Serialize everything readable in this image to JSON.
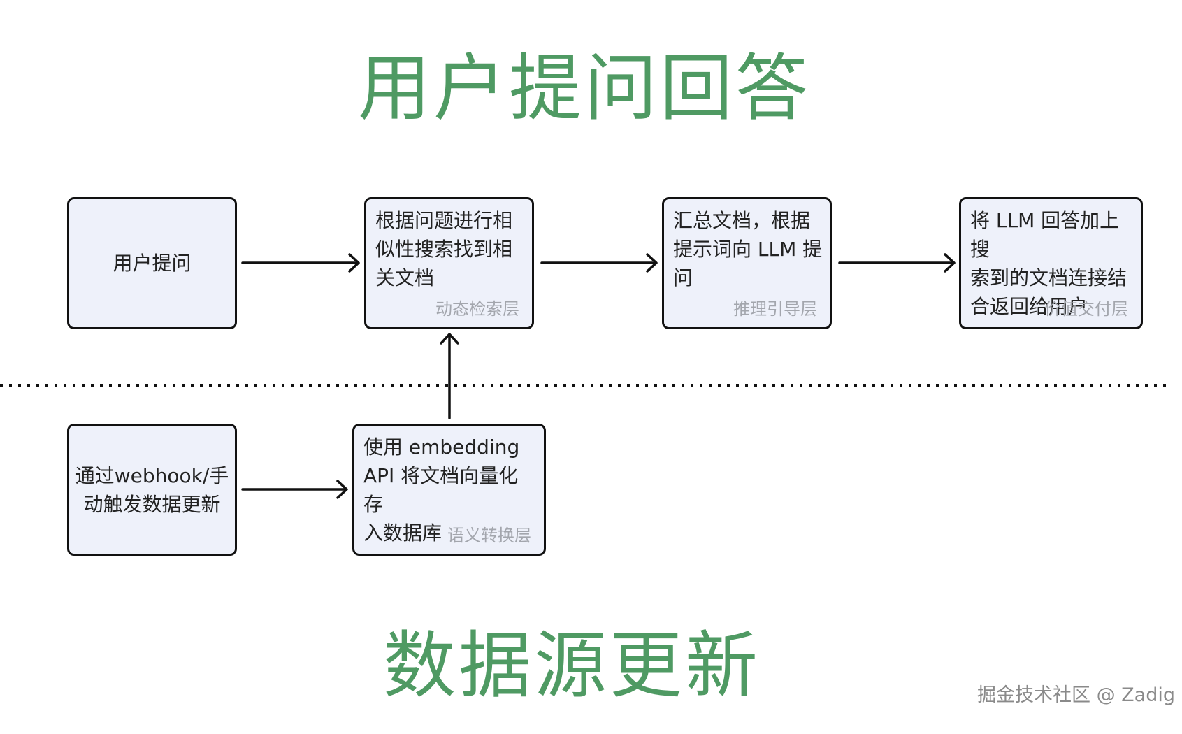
{
  "titles": {
    "top": "用户提问回答",
    "bottom": "数据源更新"
  },
  "nodes": {
    "user_question": {
      "text": "用户提问"
    },
    "retrieval": {
      "text": "根据问题进行相\n似性搜索找到相\n关文档",
      "layer": "动态检索层"
    },
    "reasoning": {
      "text": "汇总文档，根据\n提示词向 LLM 提\n问",
      "layer": "推理引导层"
    },
    "delivery": {
      "text": "将 LLM 回答加上搜\n索到的文档连接结\n合返回给用户",
      "layer": "价值交付层"
    },
    "trigger": {
      "text": "通过webhook/手\n动触发数据更新"
    },
    "embedding": {
      "text": "使用 embedding\nAPI 将文档向量化存\n入数据库",
      "layer": "语义转换层"
    }
  },
  "edges": [
    {
      "from": "user_question",
      "to": "retrieval"
    },
    {
      "from": "retrieval",
      "to": "reasoning"
    },
    {
      "from": "reasoning",
      "to": "delivery"
    },
    {
      "from": "trigger",
      "to": "embedding"
    },
    {
      "from": "embedding",
      "to": "retrieval"
    }
  ],
  "colors": {
    "title": "#4f9a63",
    "node_fill": "#eef1fa",
    "node_border": "#111111",
    "layer_label": "#a3a6ad"
  },
  "watermark": "掘金技术社区 @ Zadig"
}
